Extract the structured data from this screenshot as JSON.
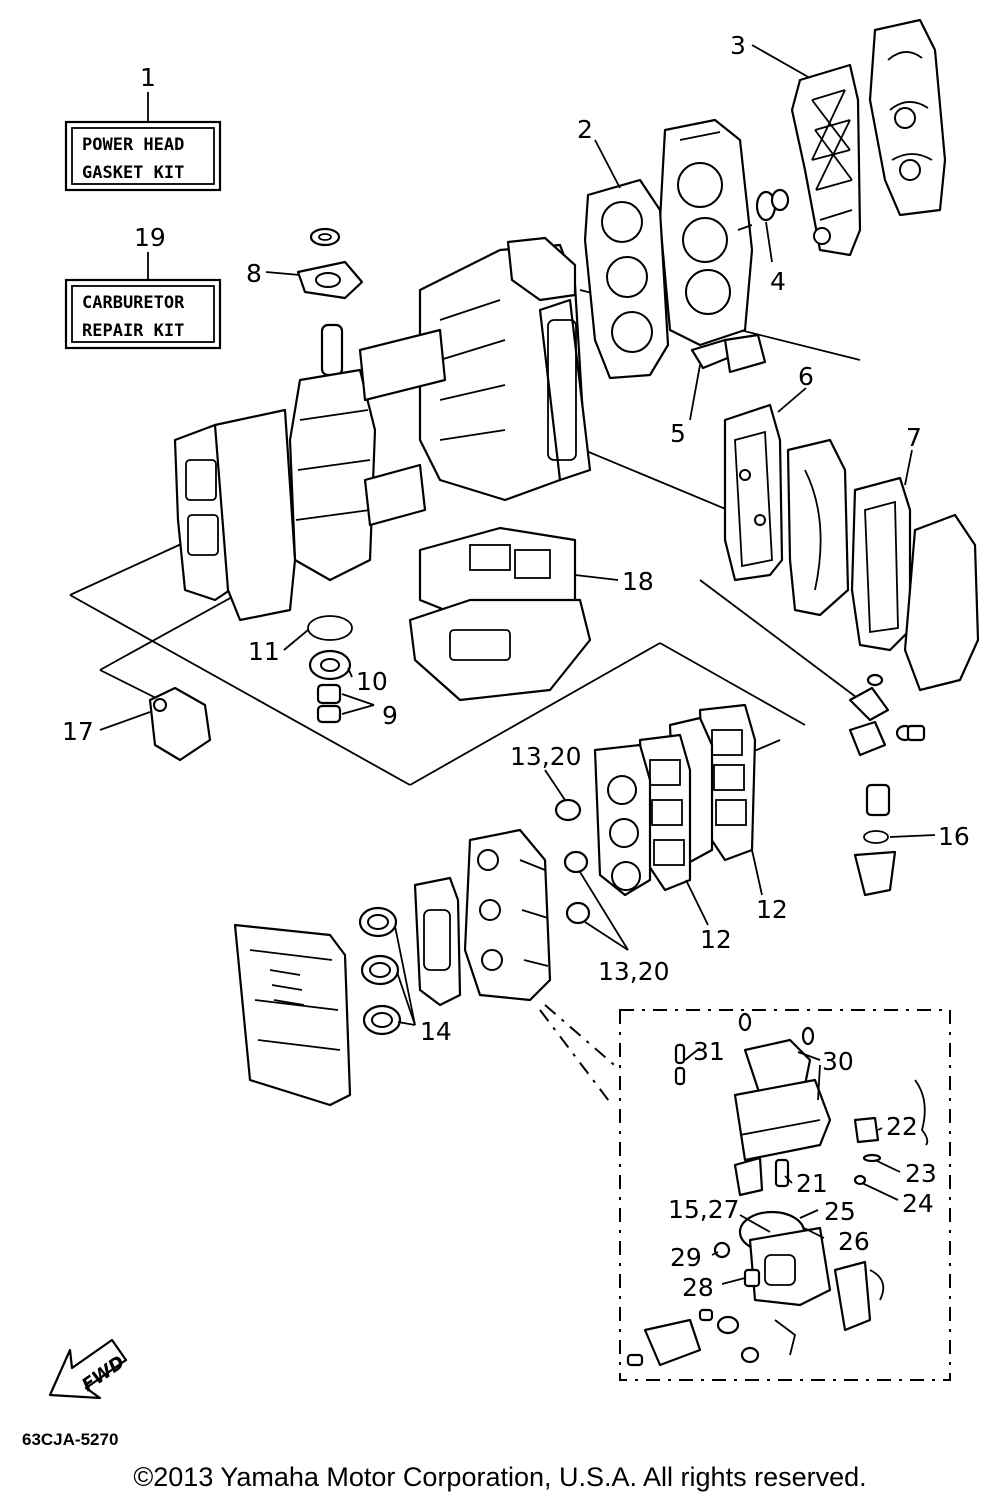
{
  "kits": {
    "power_head": {
      "number": "1",
      "line1": "POWER HEAD",
      "line2": "GASKET KIT"
    },
    "carburetor": {
      "number": "19",
      "line1": "CARBURETOR",
      "line2": "REPAIR KIT"
    }
  },
  "callouts": {
    "c2": "2",
    "c3": "3",
    "c4": "4",
    "c5": "5",
    "c6": "6",
    "c7": "7",
    "c8": "8",
    "c9": "9",
    "c10": "10",
    "c11": "11",
    "c12a": "12",
    "c12b": "12",
    "c13a": "13,20",
    "c13b": "13,20",
    "c14": "14",
    "c15": "15,27",
    "c16": "16",
    "c17": "17",
    "c18": "18",
    "c21": "21",
    "c22": "22",
    "c23": "23",
    "c24": "24",
    "c25": "25",
    "c26": "26",
    "c28": "28",
    "c29": "29",
    "c30": "30",
    "c31": "31"
  },
  "fwd_label": "FWD",
  "diagram_code": "63CJA-5270",
  "copyright": "©2013 Yamaha Motor Corporation, U.S.A. All rights reserved."
}
